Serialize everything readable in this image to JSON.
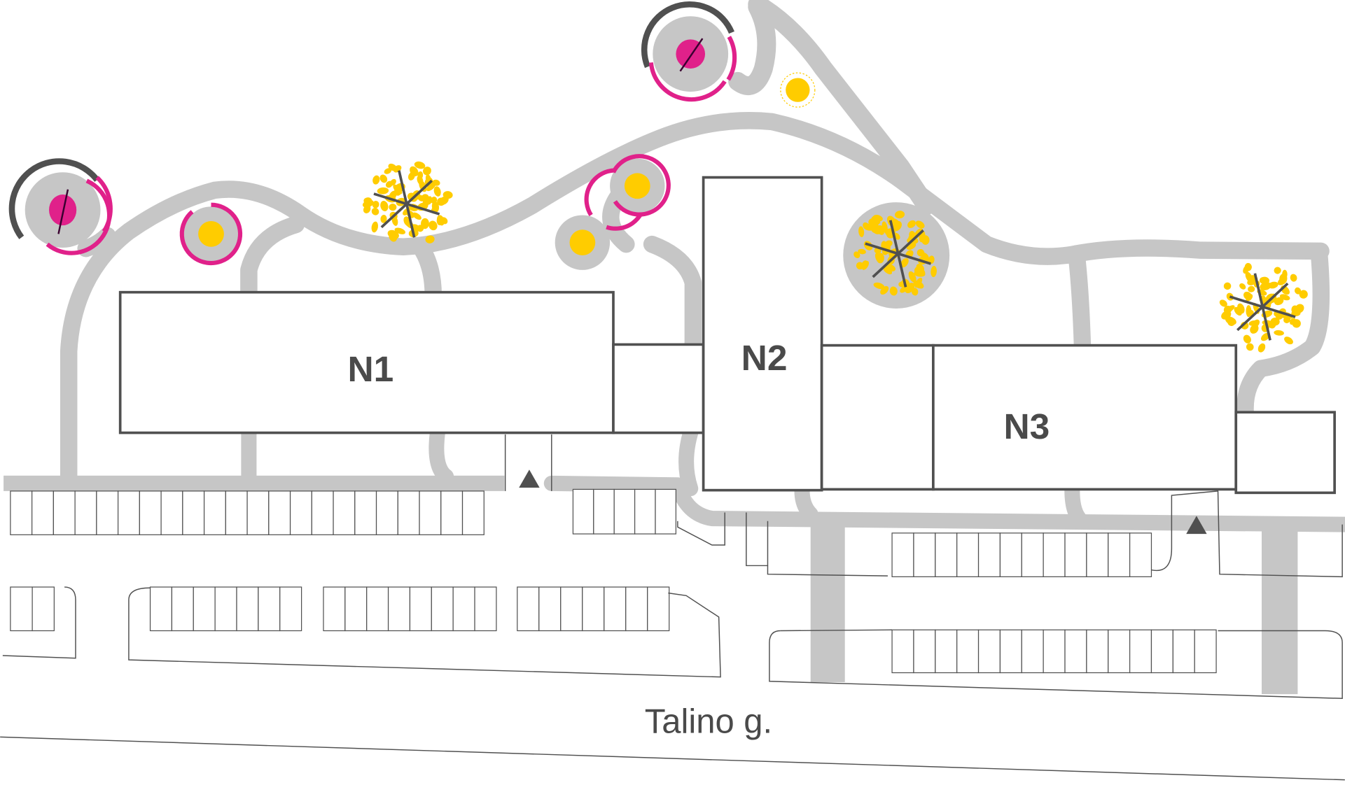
{
  "map": {
    "buildings": [
      {
        "label": "N1"
      },
      {
        "label": "N2"
      },
      {
        "label": "N3"
      }
    ],
    "street_name": "Talino g.",
    "icons": {
      "playground": "playground-circle-icon",
      "bench_spot": "seating-spot-icon",
      "tree": "tree-icon",
      "entrance": "entrance-triangle-icon"
    },
    "colors": {
      "path": "#c6c6c6",
      "building_outline": "#505050",
      "magenta": "#e0218a",
      "yellow": "#ffcc00",
      "dark": "#505050"
    }
  }
}
